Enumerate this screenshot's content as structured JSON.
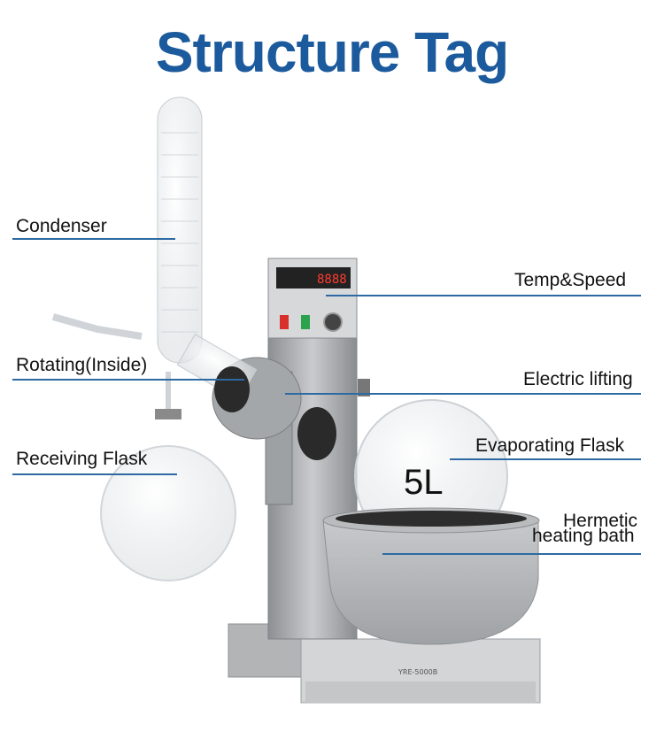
{
  "title": "Structure Tag",
  "labels": {
    "condenser": "Condenser",
    "temp_speed": "Temp&Speed",
    "rotating": "Rotating(Inside)",
    "electric_lifting": "Electric lifting",
    "receiving_flask": "Receiving Flask",
    "evaporating_flask": "Evaporating Flask",
    "hermetic_line1": "Hermetic",
    "hermetic_line2": "heating bath"
  },
  "flask_volume": "5L",
  "colors": {
    "title": "#1b5a9c",
    "leader_line": "#2d6aa3",
    "body_grey": "#a9abad"
  }
}
